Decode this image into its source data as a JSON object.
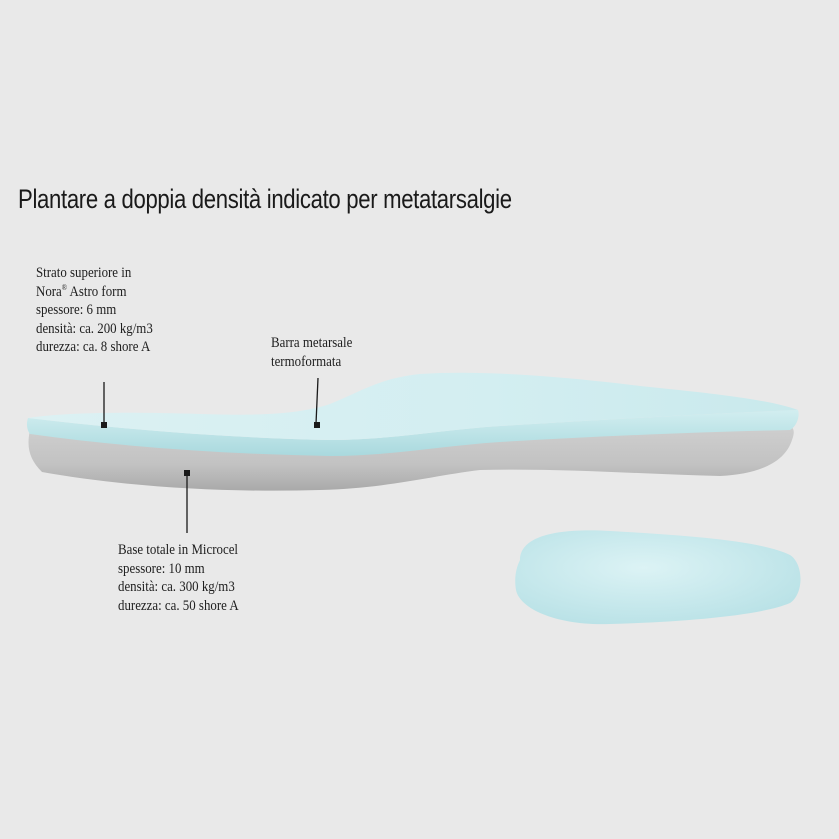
{
  "title": "Plantare a doppia densità indicato per metatarsalgie",
  "top_layer": {
    "line1": "Strato superiore in",
    "line2_prefix": "Nora",
    "line2_mark": "®",
    "line2_suffix": " Astro form",
    "line3": "spessore: 6 mm",
    "line4": "densità: ca. 200 kg/m3",
    "line5": "durezza: ca. 8 shore A"
  },
  "metatarsal_bar": {
    "line1": "Barra metarsale",
    "line2": "termoformata"
  },
  "base_layer": {
    "line1": "Base totale in Microcel",
    "line2": "spessore: 10 mm",
    "line3": "densità: ca. 300 kg/m3",
    "line4": "durezza: ca. 50 shore A"
  },
  "colors": {
    "background": "#e9e9e9",
    "top_layer": "#c6e8ec",
    "base_layer": "#bcbcbc",
    "leader_line": "#1a1a1a"
  }
}
